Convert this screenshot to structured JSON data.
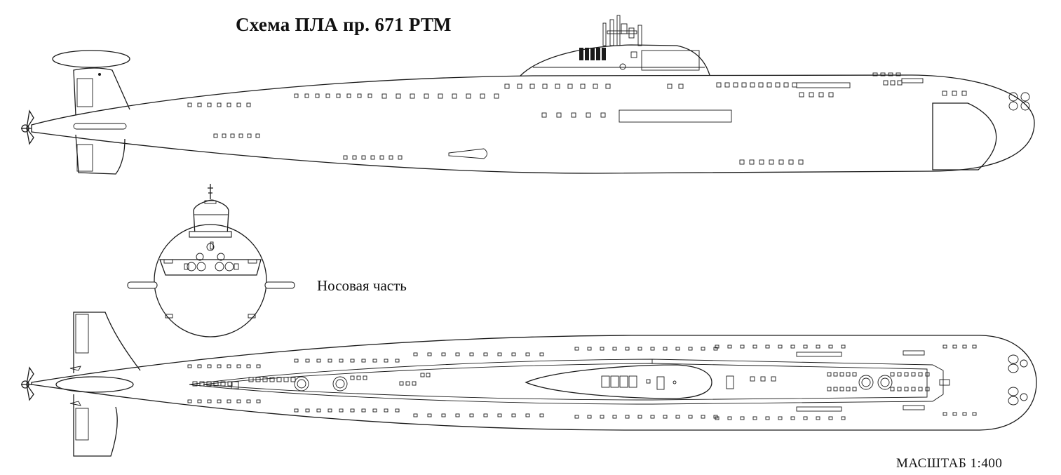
{
  "drawing": {
    "title": "Схема ПЛА пр. 671 РТМ",
    "bow_caption": "Носовая часть",
    "scale_label": "МАСШТАБ 1:400"
  },
  "views": [
    {
      "id": "side-view"
    },
    {
      "id": "bow-view"
    },
    {
      "id": "top-view"
    }
  ],
  "style": {
    "ink_color": "#1a1a1a",
    "paper_color": "#ffffff"
  }
}
